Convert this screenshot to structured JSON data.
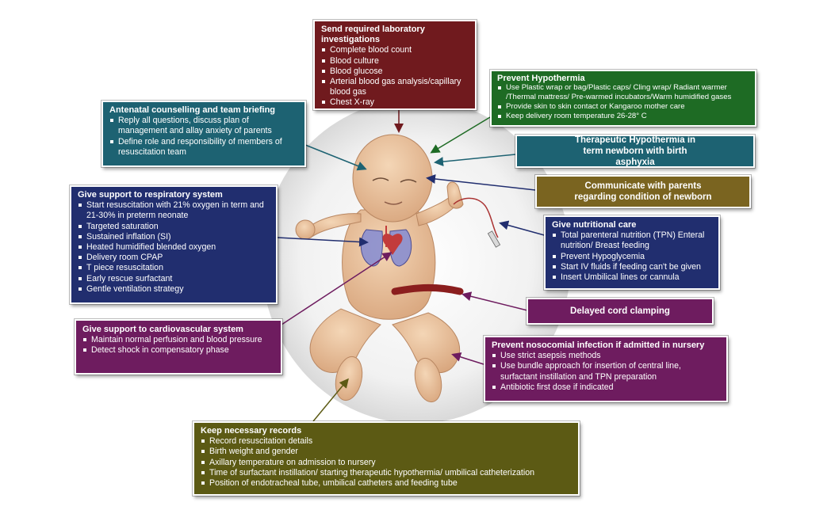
{
  "lab": {
    "title": "Send required laboratory investigations",
    "items": [
      "Complete blood count",
      "Blood culture",
      "Blood glucose",
      "Arterial blood gas analysis/capillary blood gas",
      "Chest X-ray"
    ]
  },
  "hypothermia": {
    "title": "Prevent Hypothermia",
    "items": [
      "Use Plastic wrap or bag/Plastic caps/ Cling wrap/ Radiant warmer /Thermal mattress/ Pre-warmed incubators/Warm humidified gases",
      "Provide skin to skin contact or Kangaroo mother care",
      "Keep delivery room temperature 26-28° C"
    ]
  },
  "antenatal": {
    "title": "Antenatal counselling and team briefing",
    "items": [
      "Reply all questions, discuss plan of management and allay anxiety of parents",
      "Define role and responsibility of members of resuscitation team"
    ]
  },
  "therapeutic": {
    "title": "Therapeutic Hypothermia in term newborn with birth asphyxia"
  },
  "communicate": {
    "title": "Communicate with parents regarding condition of newborn"
  },
  "respiratory": {
    "title": "Give support to respiratory system",
    "items": [
      "Start resuscitation with 21% oxygen in term and 21-30% in preterm neonate",
      "Targeted saturation",
      "Sustained inflation (SI)",
      "Heated humidified blended oxygen",
      "Delivery room CPAP",
      "T piece resuscitation",
      "Early rescue surfactant",
      "Gentle ventilation strategy"
    ]
  },
  "nutrition": {
    "title": "Give nutritional care",
    "items": [
      "Total parenteral nutrition (TPN) Enteral nutrition/ Breast feeding",
      "Prevent Hypoglycemia",
      "Start IV fluids if feeding can't be given",
      "Insert Umbilical lines or cannula"
    ]
  },
  "cord": {
    "title": "Delayed cord clamping"
  },
  "cardio": {
    "title": "Give support to cardiovascular system",
    "items": [
      "Maintain normal perfusion and blood pressure",
      "Detect shock in compensatory phase"
    ]
  },
  "infection": {
    "title": "Prevent nosocomial infection if admitted in nursery",
    "items": [
      "Use strict asepsis methods",
      "Use bundle approach for insertion of central line, surfactant instillation and TPN preparation",
      "Antibiotic first dose if indicated"
    ]
  },
  "records": {
    "title": "Keep necessary records",
    "items": [
      "Record resuscitation details",
      "Birth weight and gender",
      "Axillary temperature on admission to nursery",
      "Time of surfactant instillation/ starting therapeutic hypothermia/ umbilical catheterization",
      "Position of endotracheal tube, umbilical catheters and feeding tube"
    ]
  },
  "colors": {
    "maroon": "#701a1e",
    "green": "#1e6b24",
    "teal": "#1d6272",
    "navy": "#212e6f",
    "purple": "#6e1c5f",
    "olive": "#7a6420",
    "darkolive": "#5c5a14",
    "skin": "#e8c29d"
  }
}
